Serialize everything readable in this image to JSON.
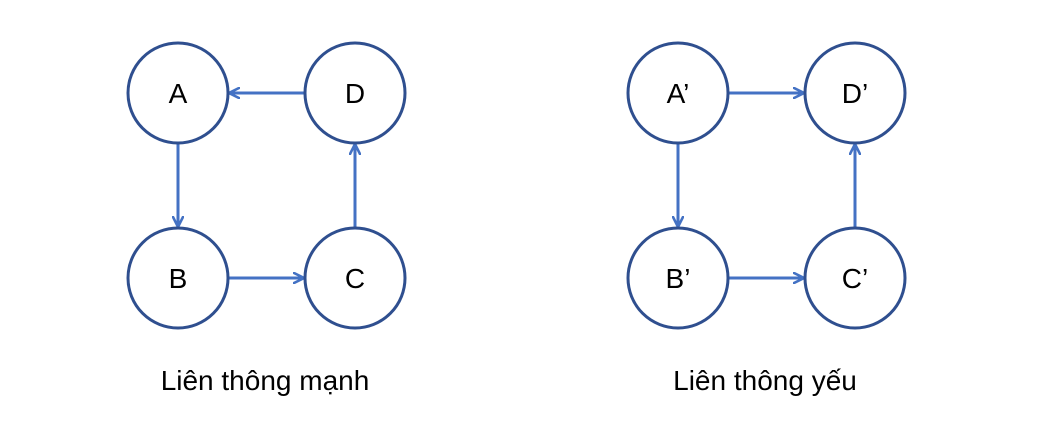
{
  "colors": {
    "node_stroke": "#2f4f8f",
    "edge": "#4472c4",
    "text": "#000000",
    "background": "#ffffff"
  },
  "graphs": [
    {
      "caption": "Liên thông mạnh",
      "nodes": [
        {
          "id": "A",
          "label": "A"
        },
        {
          "id": "D",
          "label": "D"
        },
        {
          "id": "B",
          "label": "B"
        },
        {
          "id": "C",
          "label": "C"
        }
      ],
      "edges": [
        {
          "from": "D",
          "to": "A"
        },
        {
          "from": "A",
          "to": "B"
        },
        {
          "from": "B",
          "to": "C"
        },
        {
          "from": "C",
          "to": "D"
        }
      ]
    },
    {
      "caption": "Liên thông yếu",
      "nodes": [
        {
          "id": "A2",
          "label": "A’"
        },
        {
          "id": "D2",
          "label": "D’"
        },
        {
          "id": "B2",
          "label": "B’"
        },
        {
          "id": "C2",
          "label": "C’"
        }
      ],
      "edges": [
        {
          "from": "A2",
          "to": "D2"
        },
        {
          "from": "A2",
          "to": "B2"
        },
        {
          "from": "B2",
          "to": "C2"
        },
        {
          "from": "C2",
          "to": "D2"
        }
      ]
    }
  ]
}
